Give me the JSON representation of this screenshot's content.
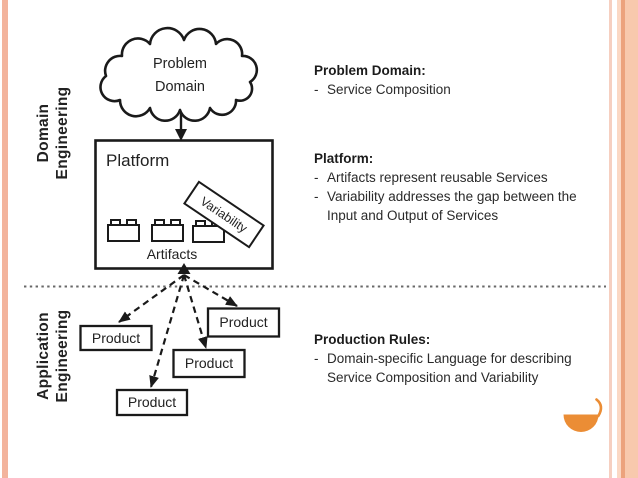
{
  "colors": {
    "ink": "#1f1f1f",
    "left-border": "#F3B49D",
    "right-border-thin": "#F6CFC0",
    "right-border-light": "#FBD8C4",
    "right-border-dark": "#ECA37D",
    "right-border-wide": "#F8C9AD",
    "crescent-orange": "#EB8D35"
  },
  "bullet_marker": "-",
  "left_labels": {
    "domain_line1": "Domain",
    "domain_line2": "Engineering",
    "application_line1": "Application",
    "application_line2": "Engineering"
  },
  "diagram": {
    "cloud_line1": "Problem",
    "cloud_line2": "Domain",
    "platform": "Platform",
    "variability": "Variability",
    "artifacts": "Artifacts",
    "products": [
      "Product",
      "Product",
      "Product",
      "Product"
    ]
  },
  "annotations": [
    {
      "heading": "Problem Domain:",
      "bullets": [
        {
          "text": "Service Composition"
        }
      ]
    },
    {
      "heading": "Platform:",
      "bullets": [
        {
          "text": "Artifacts represent reusable Services"
        },
        {
          "text": "Variability addresses the gap between the Input and Output of Services"
        }
      ]
    },
    {
      "heading": "Production Rules:",
      "bullets": [
        {
          "text": "Domain-specific Language for describing Service Composition and Variability"
        }
      ]
    }
  ]
}
